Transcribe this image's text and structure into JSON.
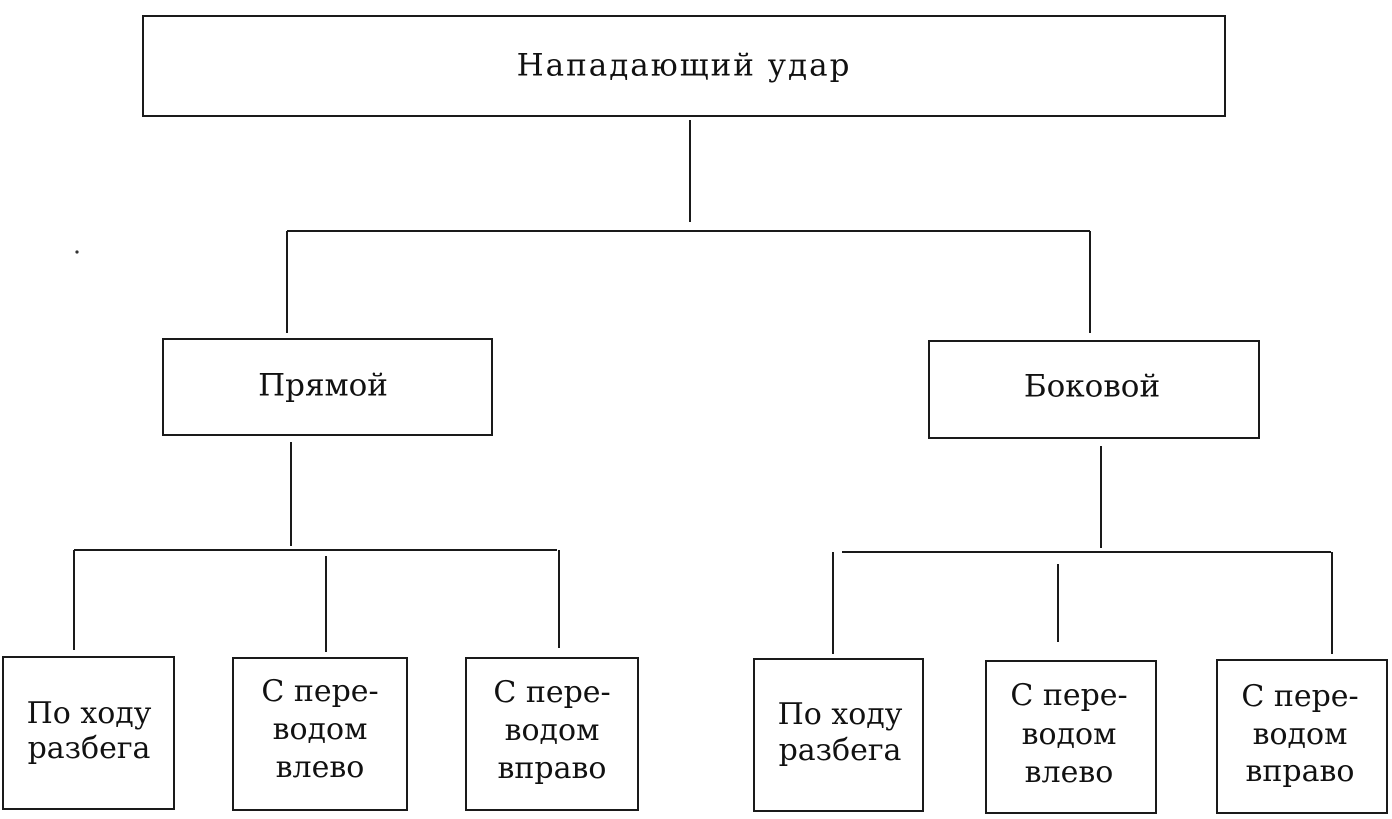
{
  "diagram": {
    "root": {
      "label": "Нападающий удар"
    },
    "branches": [
      {
        "label": "Прямой",
        "children": [
          {
            "lines": [
              "По ходу",
              "разбега"
            ]
          },
          {
            "lines": [
              "С пере-",
              "водом",
              "влево"
            ]
          },
          {
            "lines": [
              "С пере-",
              "водом",
              "вправо"
            ]
          }
        ]
      },
      {
        "label": "Боковой",
        "children": [
          {
            "lines": [
              "По ходу",
              "разбега"
            ]
          },
          {
            "lines": [
              "С пере-",
              "водом",
              "влево"
            ]
          },
          {
            "lines": [
              "С пере-",
              "водом",
              "вправо"
            ]
          }
        ]
      }
    ]
  }
}
